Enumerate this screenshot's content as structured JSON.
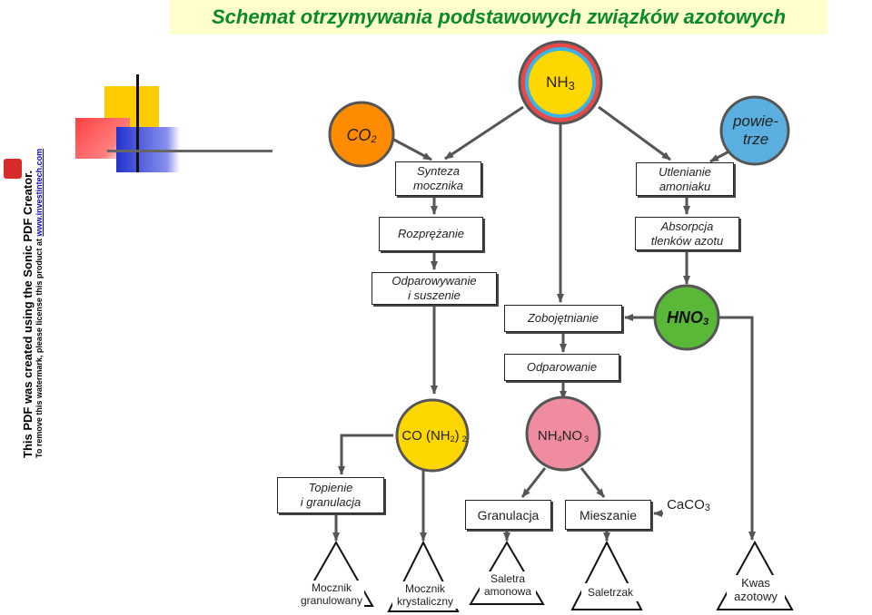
{
  "title": "Schemat otrzymywania podstawowych związków azotowych",
  "colors": {
    "title_text": "#0a8a2a",
    "title_bg": "#ffffcc",
    "nh3_fill": "#ffd700",
    "nh3_ring_outer": "#e84a4a",
    "nh3_ring_inner": "#3ab3e6",
    "co2_fill": "#ff8c00",
    "air_fill": "#5aaee0",
    "hno3_fill": "#5ab839",
    "urea_fill": "#ffd700",
    "nitrate_fill": "#f08ca0"
  },
  "nodes": {
    "nh3": {
      "main": "NH",
      "sub": "3"
    },
    "co2": {
      "main": "CO",
      "sub": "2"
    },
    "air": {
      "line1": "powie-",
      "line2": "trze"
    },
    "hno3": {
      "main": "HNO",
      "sub": "3"
    },
    "urea": {
      "main": "CO (NH",
      "sub1": "2",
      "mid": ")",
      "sub2": "2"
    },
    "nitrate": {
      "a": "NH",
      "sub1": "4",
      "b": "NO",
      "sub2": "3"
    }
  },
  "boxes": {
    "urea_synthesis": {
      "line1": "Synteza",
      "line2": "mocznika"
    },
    "decompression": {
      "line1": "Rozprężanie",
      "line2": ""
    },
    "evaporation_drying": {
      "line1": "Odparowywanie",
      "line2": "i suszenie"
    },
    "melting_granulation": {
      "line1": "Topienie",
      "line2": "i granulacja"
    },
    "ammonia_oxidation": {
      "line1": "Utlenianie",
      "line2": "amoniaku"
    },
    "nitrogen_oxide_absorption": {
      "line1": "Absorpcja",
      "line2": "tlenków azotu"
    },
    "neutralization": {
      "line1": "Zobojętnianie"
    },
    "evaporation": {
      "line1": "Odparowanie"
    },
    "granulation": {
      "line1": "Granulacja"
    },
    "mixing": {
      "line1": "Mieszanie"
    }
  },
  "caco3": {
    "main": "CaCO",
    "sub": "3"
  },
  "products": [
    {
      "line1": "Mocznik",
      "line2": "granulowany"
    },
    {
      "line1": "Mocznik",
      "line2": "krystaliczny"
    },
    {
      "line1": "Saletra",
      "line2": "amonowa"
    },
    {
      "line1": "Saletrzak",
      "line2": ""
    },
    {
      "line1": "Kwas",
      "line2": "azotowy"
    }
  ],
  "watermark": {
    "line1": "This PDF was created using the Sonic PDF Creator.",
    "line2": "To remove this watermark, please license this product at",
    "link": "www.investintech.com"
  }
}
